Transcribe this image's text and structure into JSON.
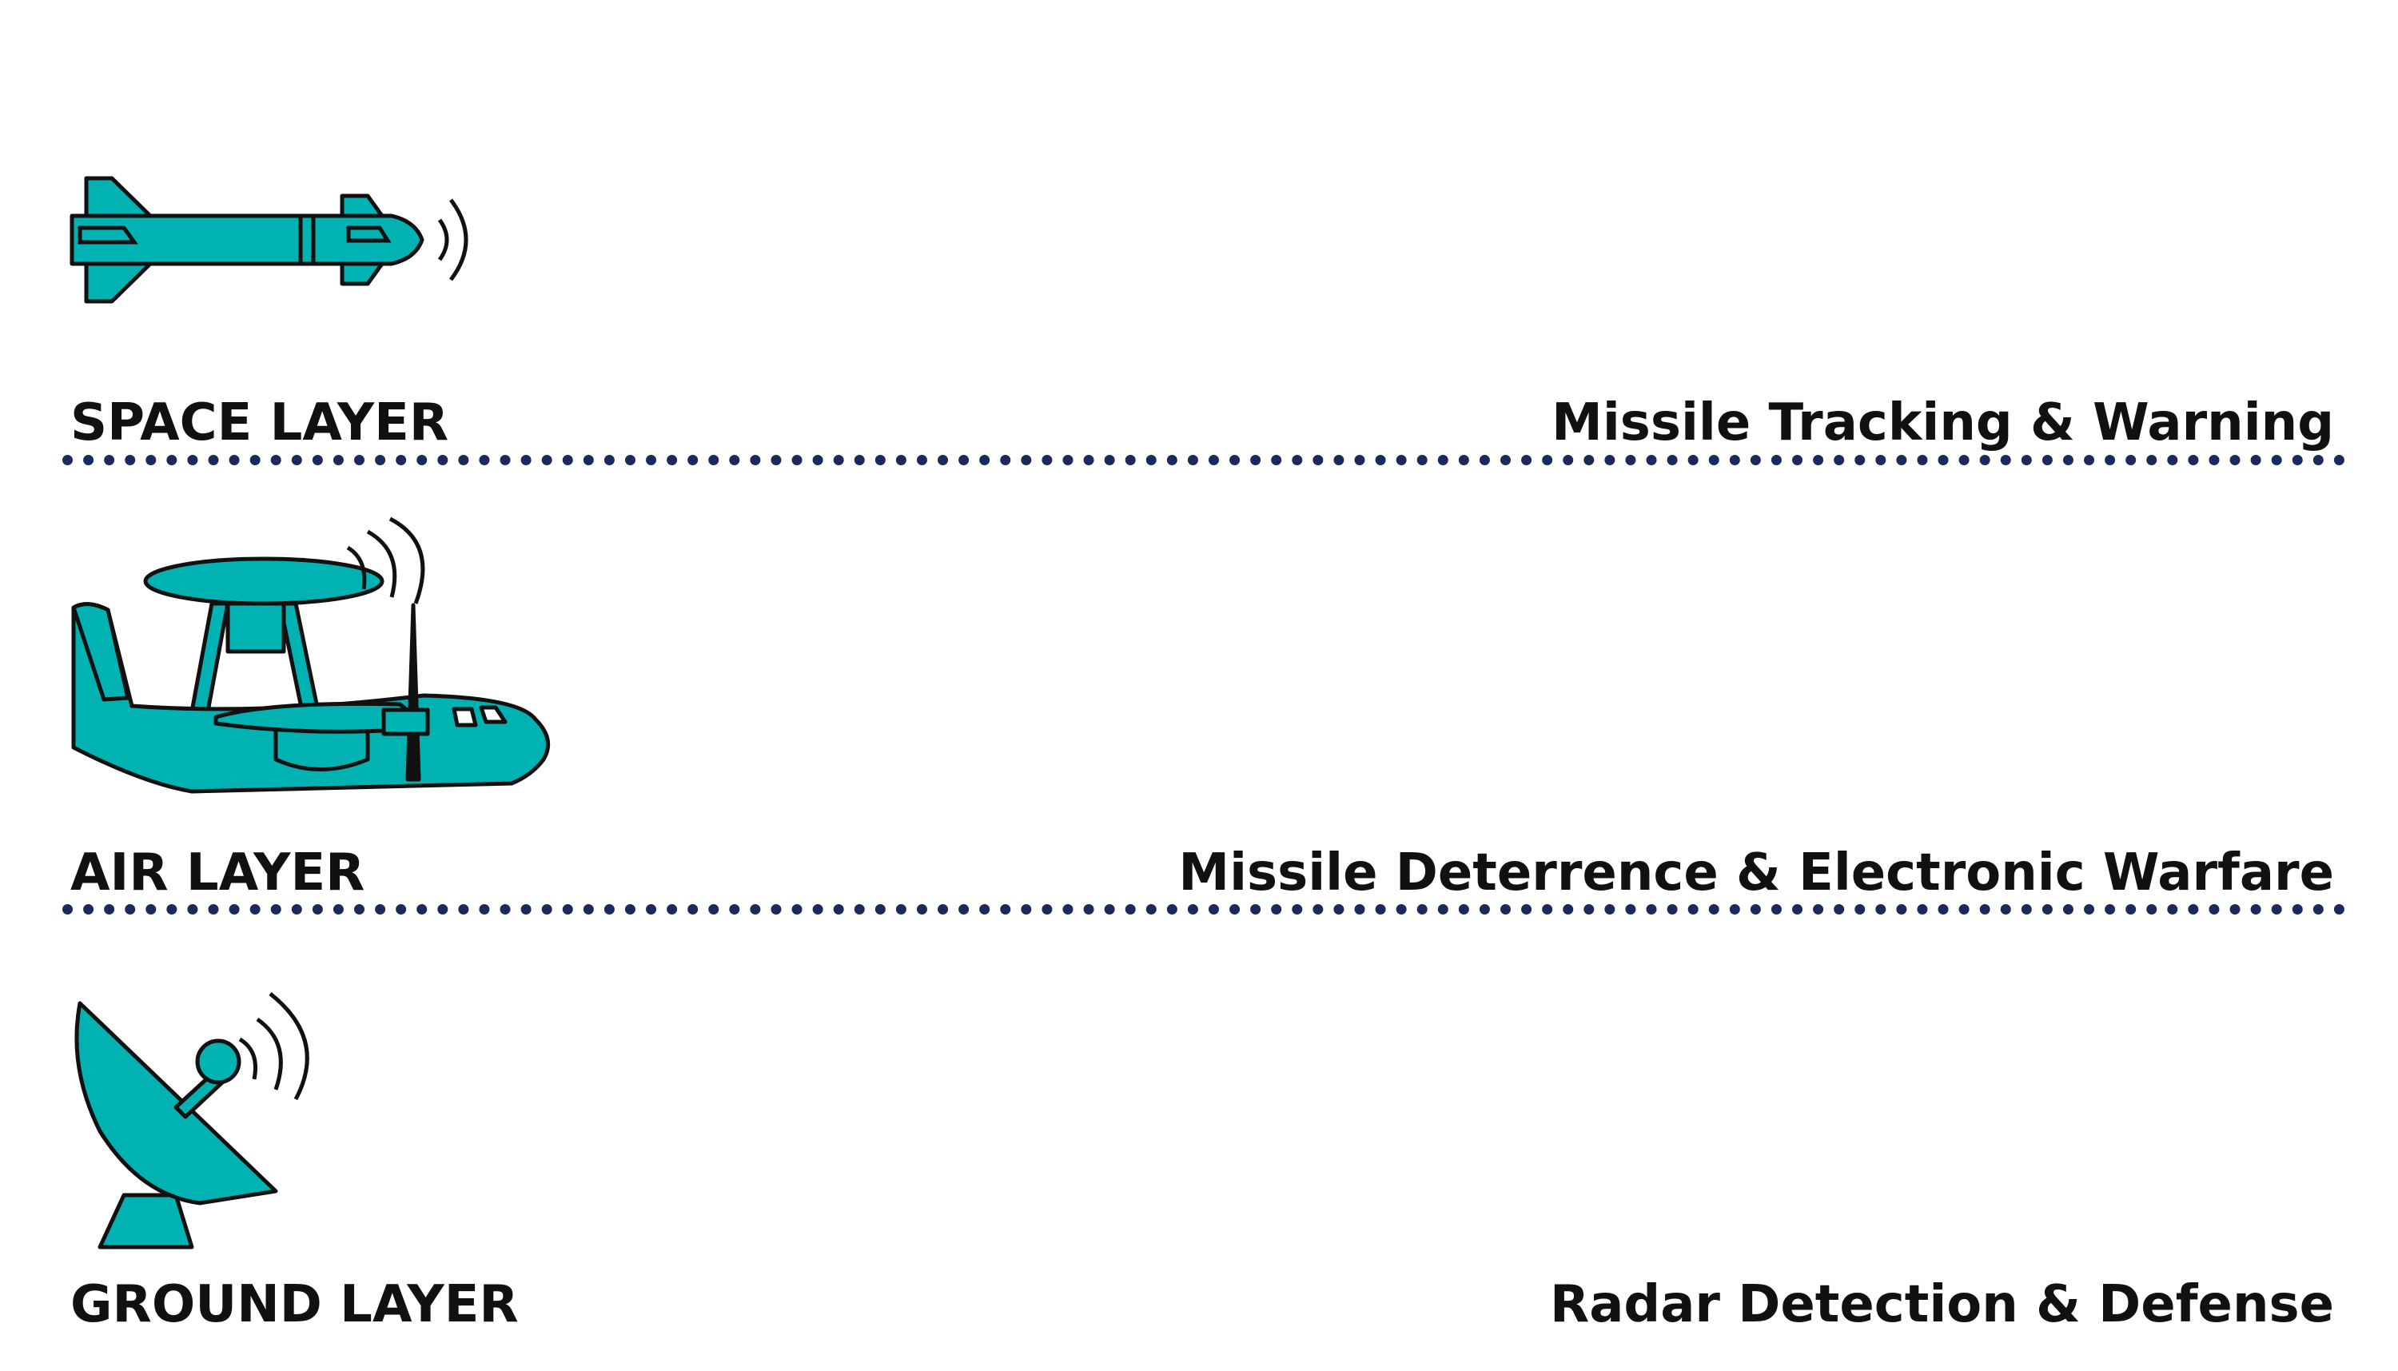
{
  "layers": [
    {
      "name": "SPACE LAYER",
      "description": "Missile Tracking & Warning",
      "icon": "missile-icon"
    },
    {
      "name": "AIR LAYER",
      "description": "Missile Deterrence & Electronic Warfare",
      "icon": "airborne-radar-plane-icon"
    },
    {
      "name": "GROUND LAYER",
      "description": "Radar Detection & Defense",
      "icon": "satellite-dish-icon"
    }
  ],
  "colors": {
    "icon_fill": "#00b2b2",
    "icon_stroke": "#111111",
    "divider": "#1b2a5c",
    "text": "#111111",
    "background": "#ffffff"
  }
}
